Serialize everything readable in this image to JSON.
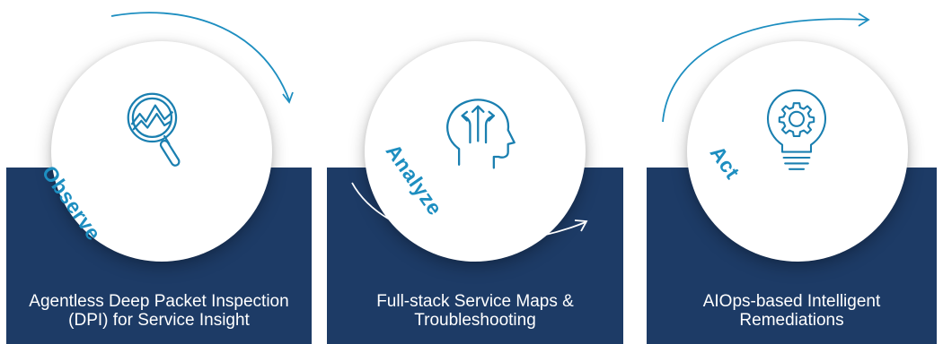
{
  "stages": [
    {
      "name": "Observe",
      "caption_lines": [
        "Agentless Deep Packet Inspection",
        "(DPI) for Service Insight"
      ],
      "icon": "magnifier-chart-icon"
    },
    {
      "name": "Analyze",
      "caption_lines": [
        "Full-stack Service Maps &",
        "Troubleshooting"
      ],
      "icon": "head-arrows-icon"
    },
    {
      "name": "Act",
      "caption_lines": [
        "AIOps-based Intelligent",
        "Remediations"
      ],
      "icon": "lightbulb-gear-icon"
    }
  ],
  "colors": {
    "panel": "#1d3b66",
    "accent": "#1d8ec0",
    "icon": "#1a7fb0"
  }
}
